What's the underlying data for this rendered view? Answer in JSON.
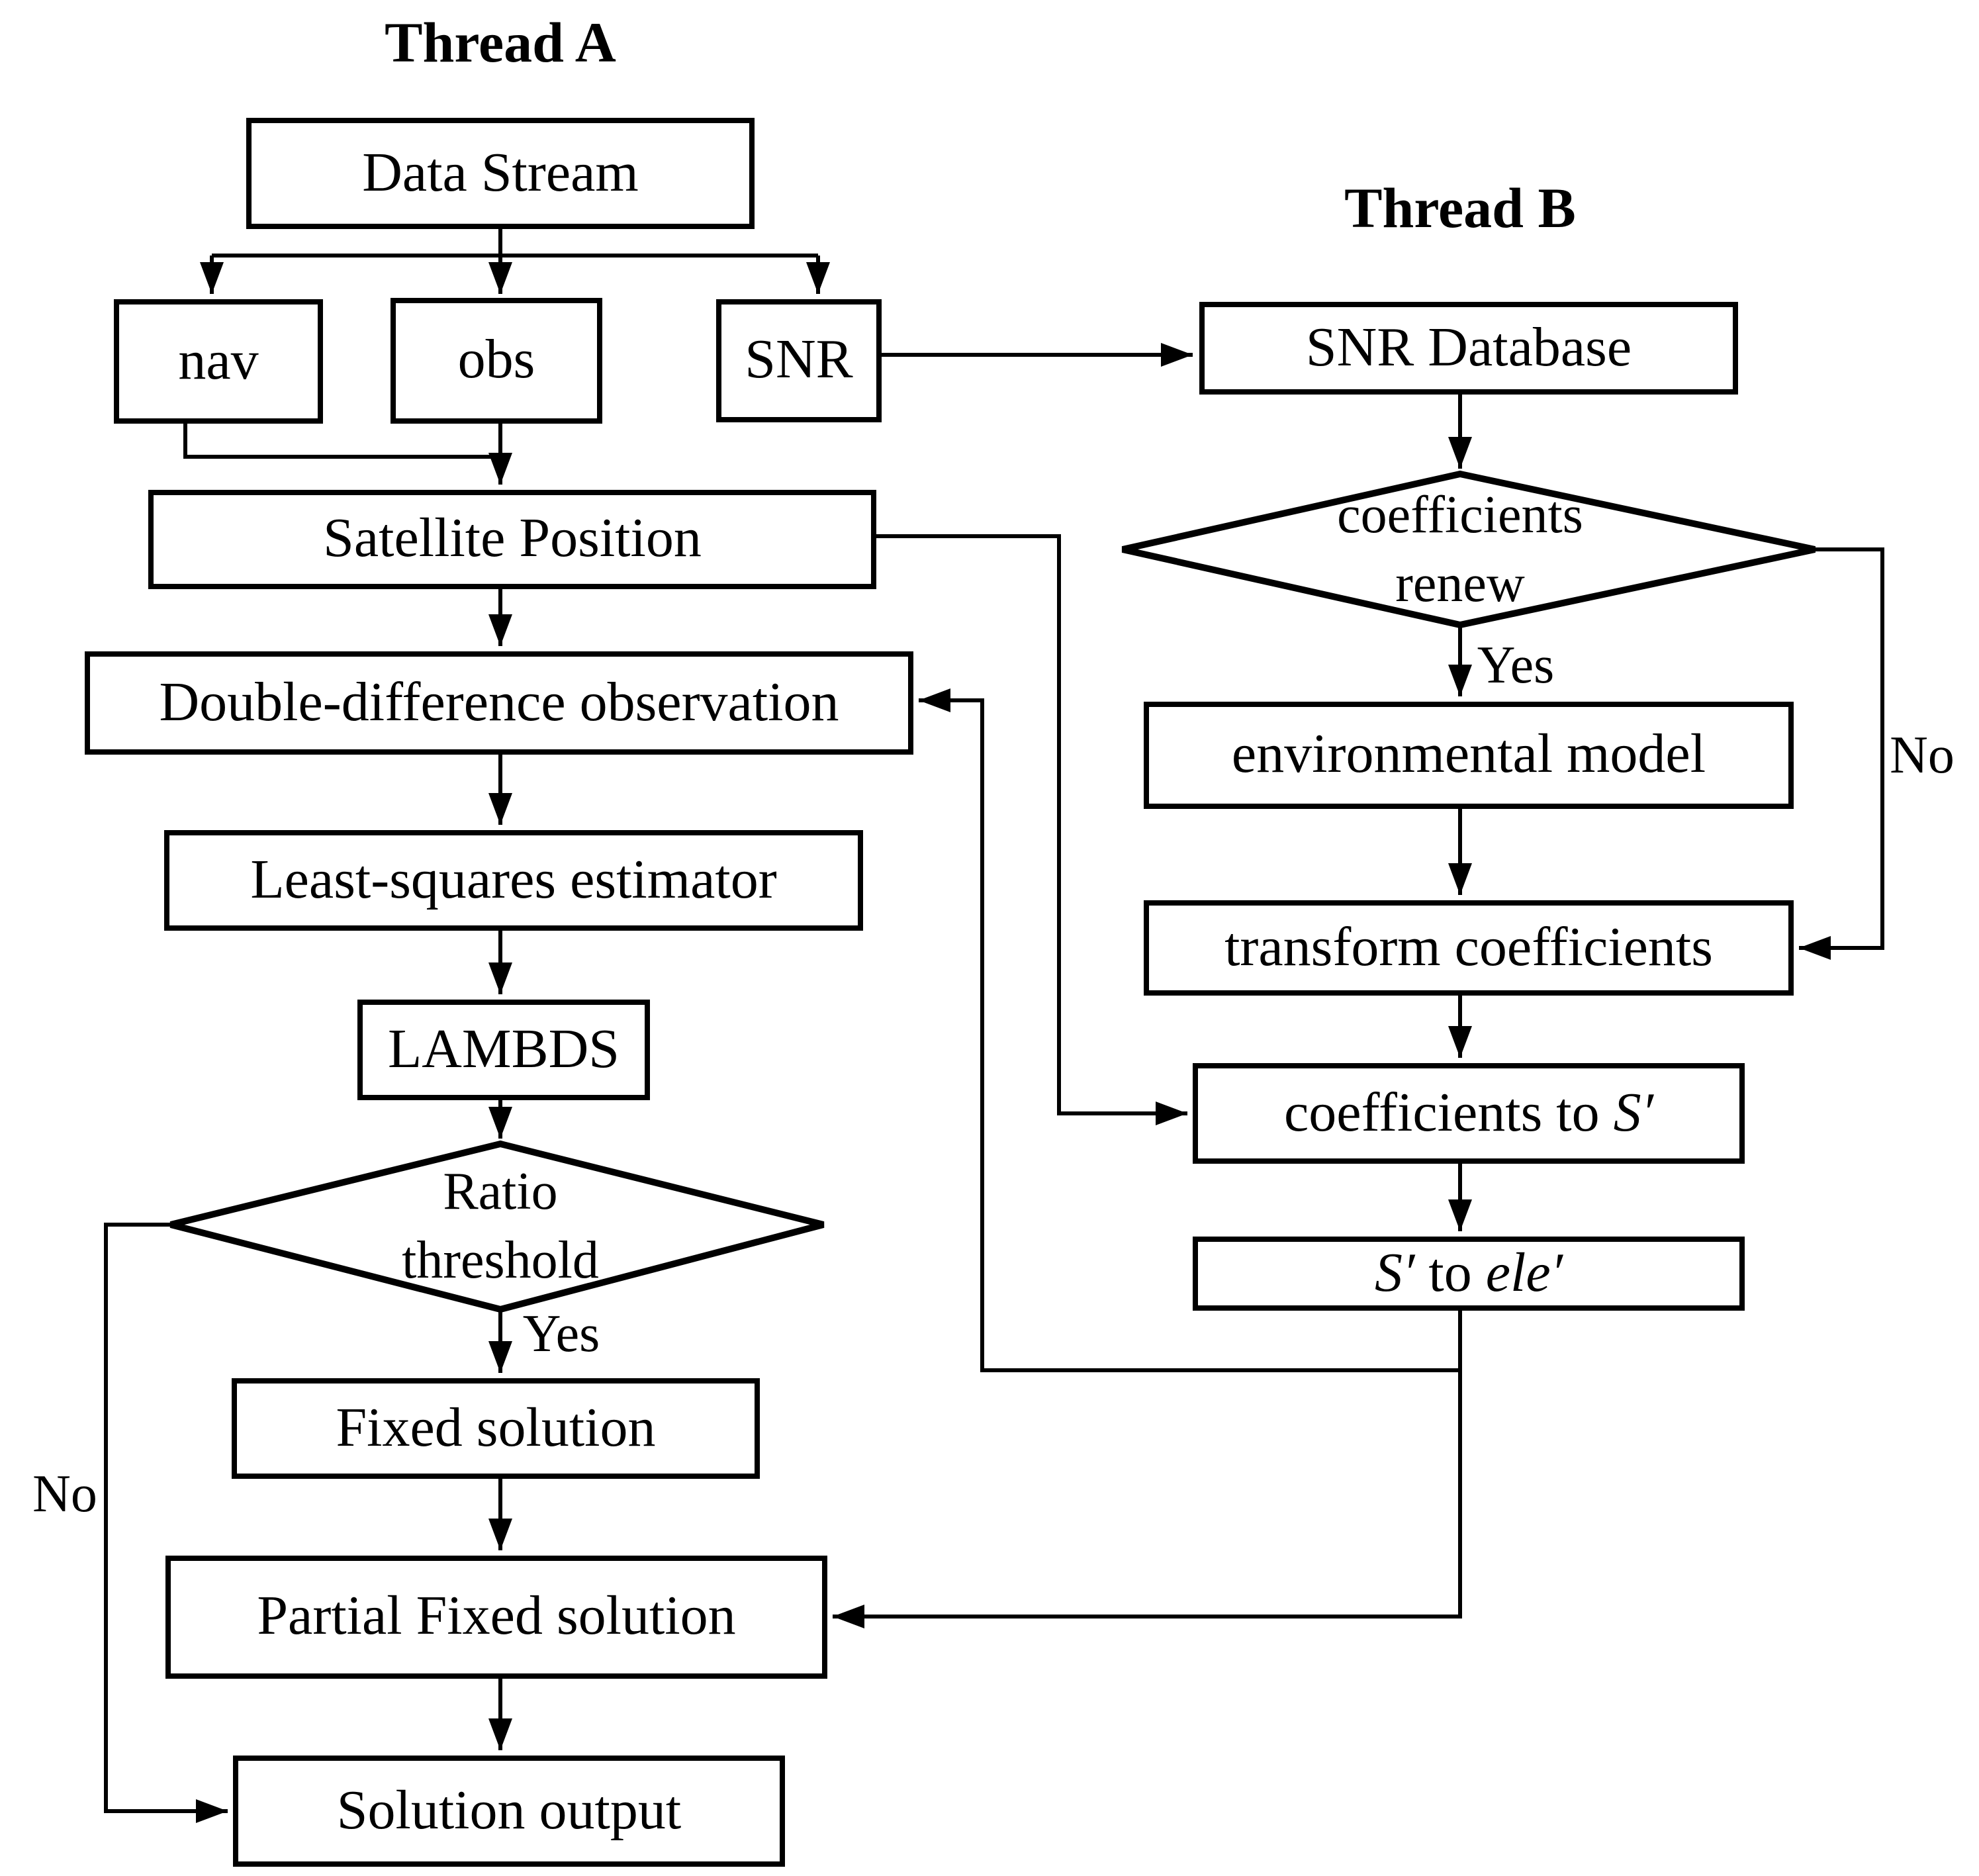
{
  "diagram": {
    "title_thread_a": "Thread A",
    "title_thread_b": "Thread B",
    "colors": {
      "ink": "#000000",
      "paper": "#ffffff"
    },
    "nodes": {
      "data_stream": "Data Stream",
      "nav": "nav",
      "obs": "obs",
      "snr": "SNR",
      "satellite_position": "Satellite Position",
      "double_difference": "Double-difference observation",
      "least_squares": "Least-squares estimator",
      "lambds": "LAMBDS",
      "ratio_threshold": {
        "line1": "Ratio",
        "line2": "threshold"
      },
      "fixed_solution": "Fixed solution",
      "partial_fixed_solution": "Partial Fixed solution",
      "solution_output": "Solution output",
      "snr_database": "SNR Database",
      "coefficients_renew": {
        "line1": "coefficients",
        "line2": "renew"
      },
      "environmental_model": "environmental model",
      "transform_coefficients": "transform coefficients",
      "coefficients_to_s": {
        "prefix": "coefficients to ",
        "s_prime": "S′"
      },
      "s_to_ele": {
        "s_prime": "S′",
        "to": " to ",
        "ele_prime": "ele′"
      }
    },
    "edge_labels": {
      "ratio_yes": "Yes",
      "ratio_no": "No",
      "renew_yes": "Yes",
      "renew_no": "No"
    }
  }
}
